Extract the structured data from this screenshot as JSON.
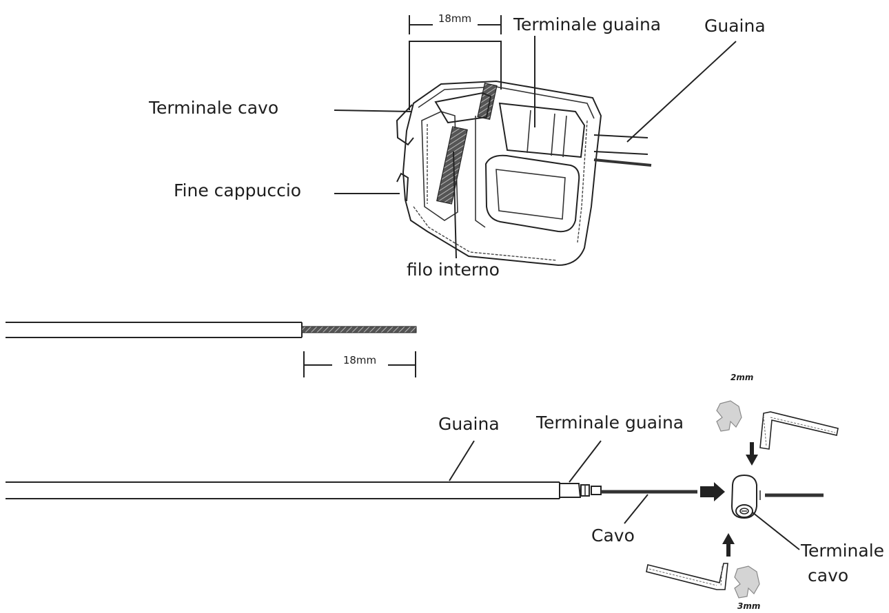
{
  "labels": {
    "top_dim": "18mm",
    "top_terminale_guaina": "Terminale guaina",
    "top_guaina": "Guaina",
    "top_terminale_cavo": "Terminale cavo",
    "fine_cappuccio": "Fine cappuccio",
    "filo_interno": "filo interno",
    "mid_dim": "18mm",
    "bottom_guaina": "Guaina",
    "bottom_terminale_guaina": "Terminale guaina",
    "cavo": "Cavo",
    "bottom_terminale_cavo_line1": "Terminale",
    "bottom_terminale_cavo_line2": "cavo",
    "wrench_2mm": "2mm",
    "wrench_3mm": "3mm"
  }
}
